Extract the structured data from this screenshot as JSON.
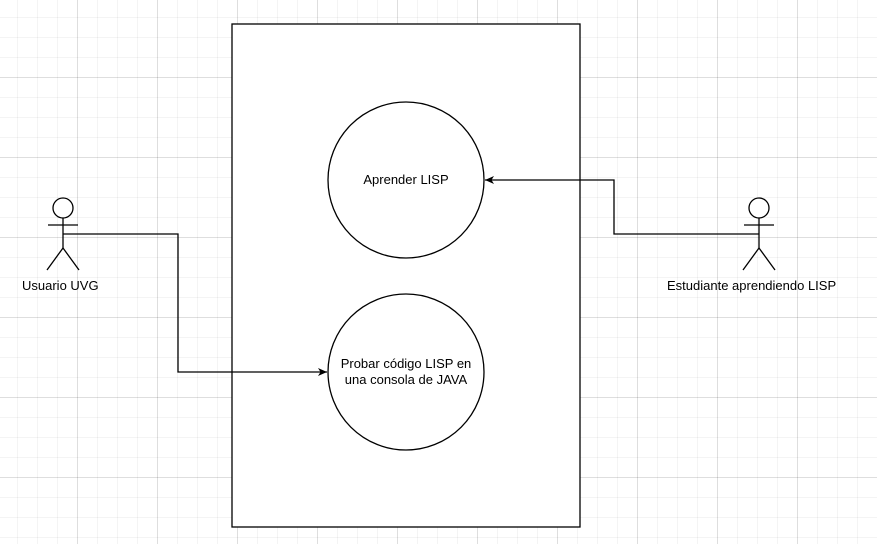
{
  "diagram": {
    "type": "use-case",
    "use_cases": [
      {
        "id": "uc1",
        "label": "Aprender LISP"
      },
      {
        "id": "uc2",
        "label": "Probar código LISP en una consola de JAVA"
      }
    ],
    "actors": [
      {
        "id": "a1",
        "label": "Usuario UVG"
      },
      {
        "id": "a2",
        "label": "Estudiante aprendiendo LISP"
      }
    ],
    "connections": [
      {
        "from": "a1",
        "to": "uc2"
      },
      {
        "from": "a2",
        "to": "uc1"
      }
    ]
  },
  "colors": {
    "stroke": "#000000",
    "fill": "#ffffff",
    "grid": "#e6e6e6"
  }
}
